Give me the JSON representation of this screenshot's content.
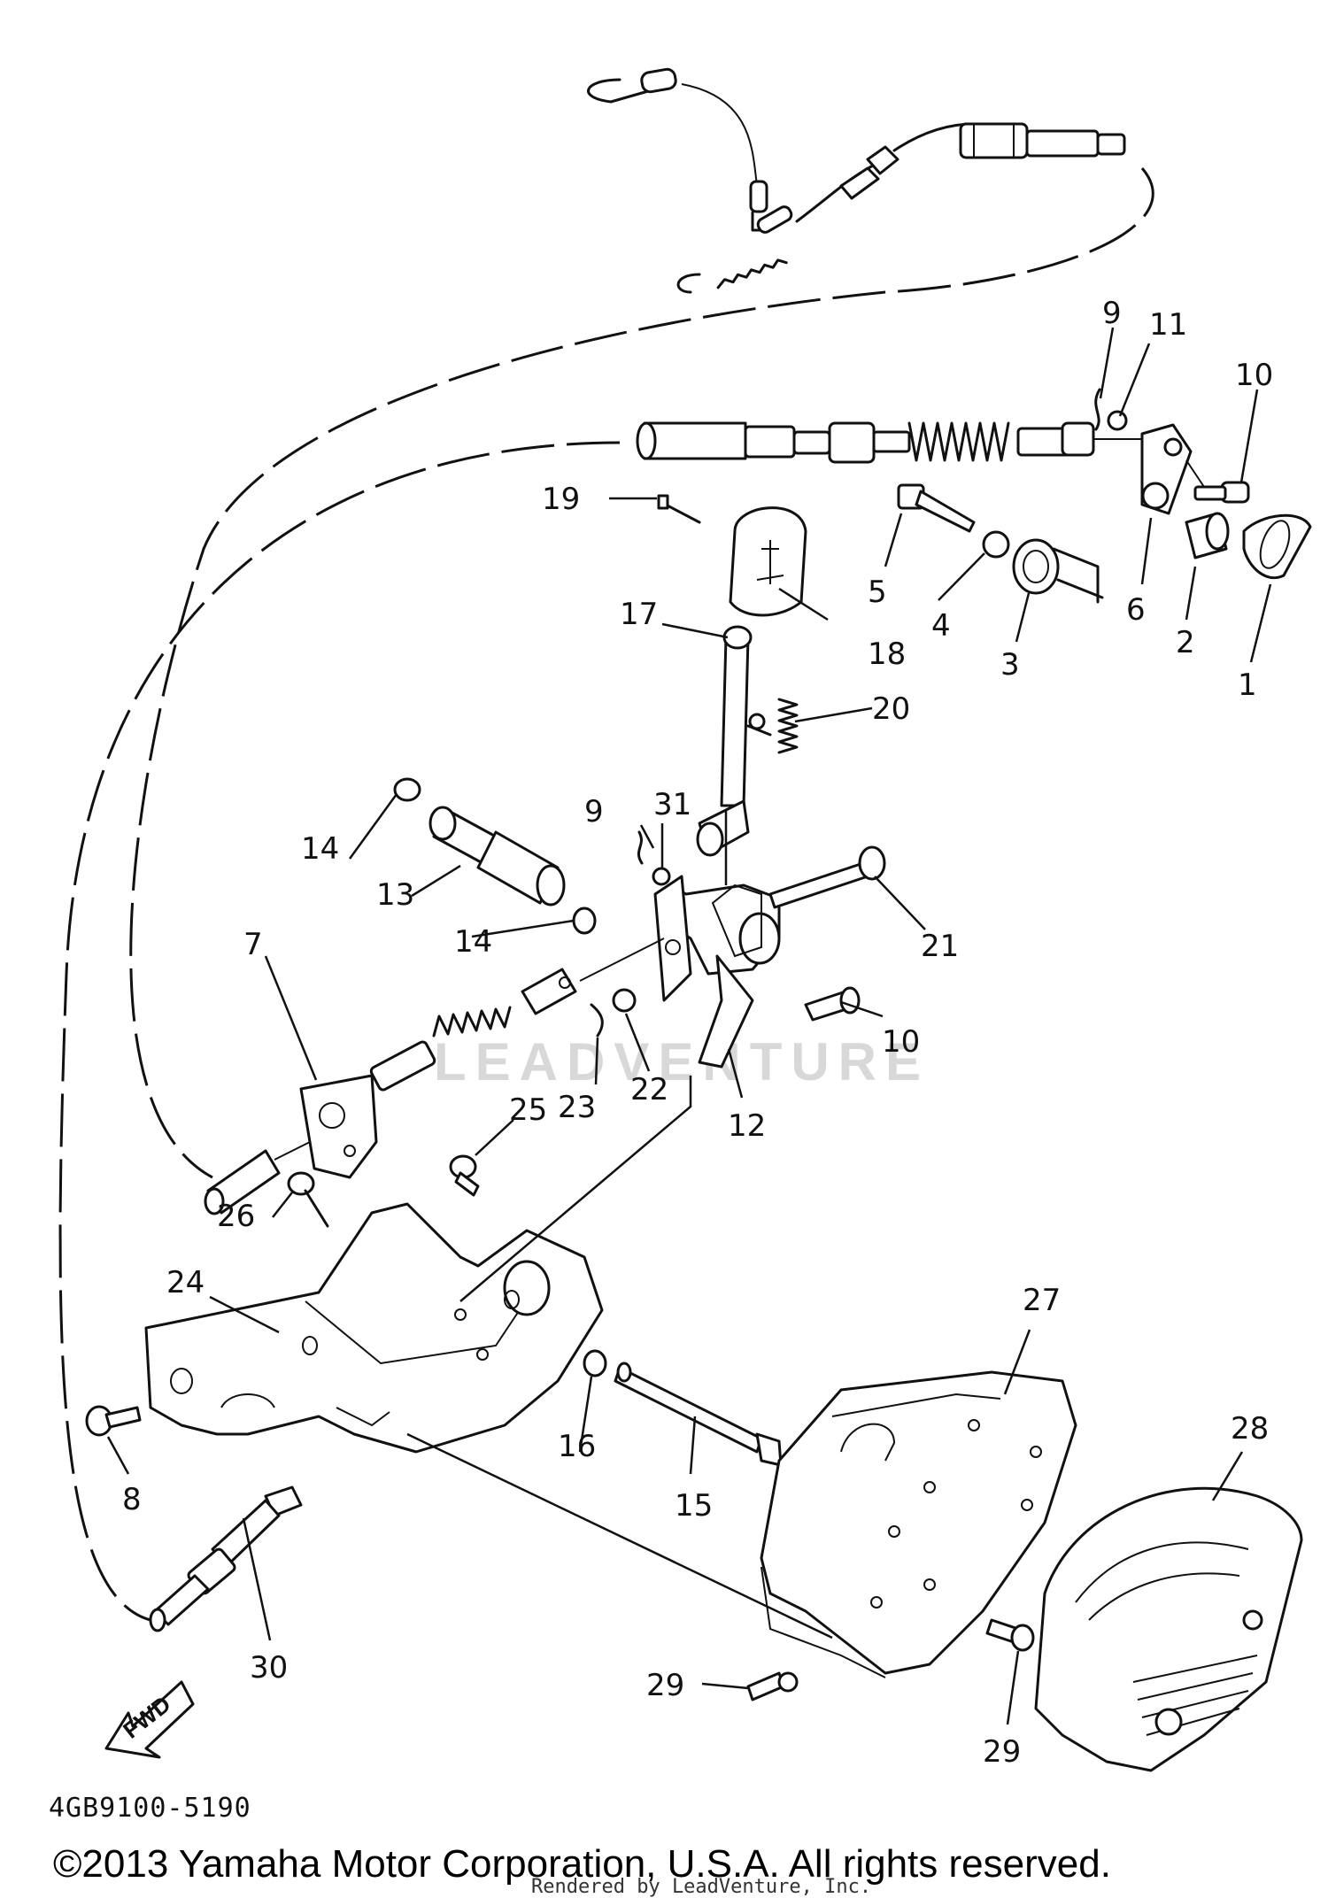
{
  "watermark": "LEADVENTURE",
  "diagram_code": "4GB9100-5190",
  "copyright": "©2013 Yamaha Motor Corporation, U.S.A. All rights reserved.",
  "rendered_by": "Rendered by LeadVenture, Inc.",
  "fwd_label": "FWD",
  "part_labels": [
    "1",
    "2",
    "3",
    "4",
    "5",
    "6",
    "7",
    "8",
    "9",
    "9",
    "10",
    "10",
    "11",
    "12",
    "13",
    "14",
    "14",
    "15",
    "16",
    "17",
    "18",
    "19",
    "20",
    "21",
    "22",
    "23",
    "24",
    "25",
    "26",
    "27",
    "28",
    "29",
    "29",
    "30",
    "31"
  ]
}
